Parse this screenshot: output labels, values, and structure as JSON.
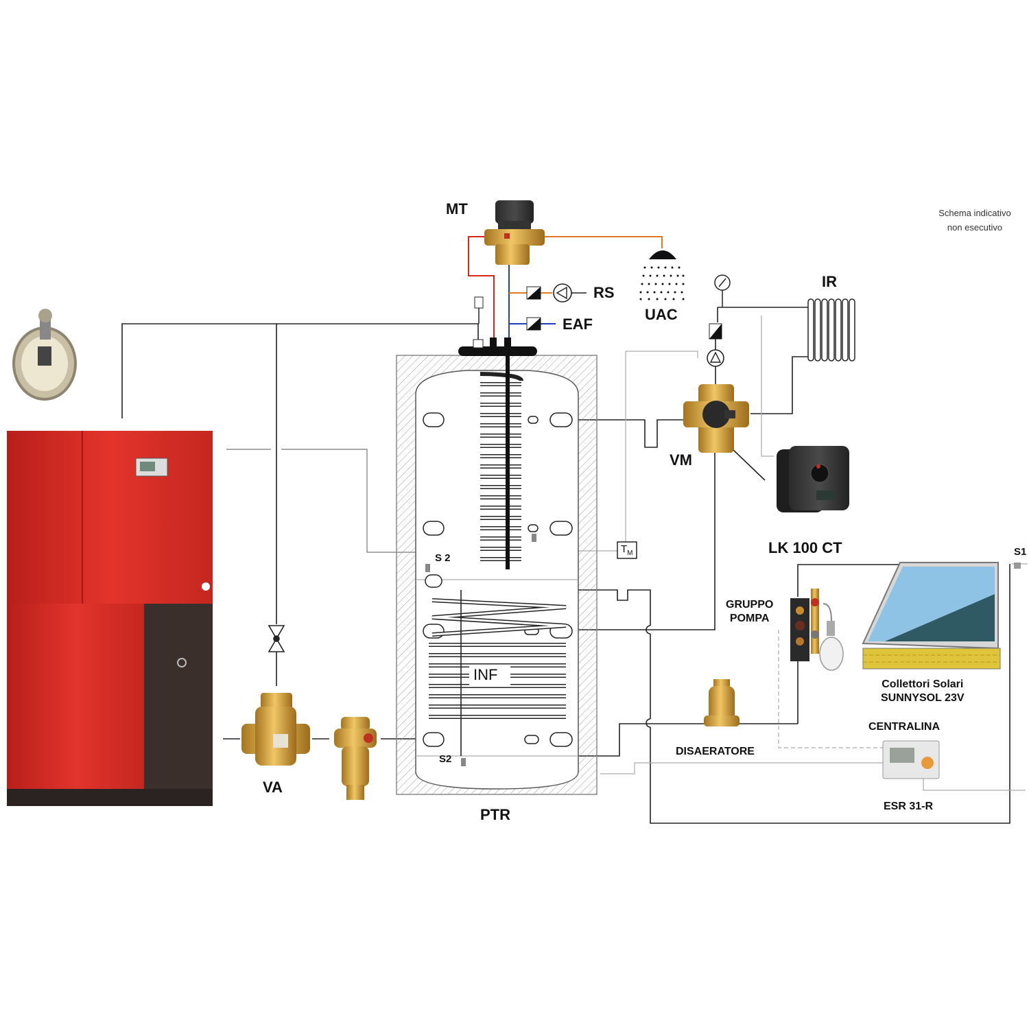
{
  "note": {
    "line1": "Schema indicativo",
    "line2": "non esecutivo"
  },
  "labels": {
    "mt": "MT",
    "rs": "RS",
    "eaf": "EAF",
    "uac": "UAC",
    "ir": "IR",
    "vm": "VM",
    "lk": "LK 100 CT",
    "s1": "S1",
    "s2_upper": "S 2",
    "s2_lower": "S2",
    "tm": "T",
    "tm_sub": "M",
    "inf": "INF",
    "gruppo_line1": "GRUPPO",
    "gruppo_line2": "POMPA",
    "collettori_line1": "Collettori Solari",
    "collettori_line2": "SUNNYSOL 23V",
    "centralina": "CENTRALINA",
    "disaeratore": "DISAERATORE",
    "esr": "ESR 31-R",
    "va": "VA",
    "ptr": "PTR"
  },
  "colors": {
    "boiler_red": "#d42a22",
    "boiler_dark": "#3a2d2a",
    "brass": "#c9963a",
    "hot_line": "#d9261c",
    "cold_line": "#1f3fc4",
    "recirc_line": "#e07a22",
    "solar_blue": "#8fc3e6",
    "solar_dark": "#2f5a63"
  },
  "icons": [
    "shower-icon",
    "pump-icon",
    "check-valve-icon",
    "pressure-gauge-icon",
    "radiator-icon",
    "mixing-valve-icon",
    "thermostatic-valve-icon",
    "gate-valve-icon",
    "controller-icon",
    "solar-collector-icon",
    "expansion-vessel-icon",
    "air-separator-icon",
    "dirt-separator-icon",
    "pellet-boiler-icon",
    "hopper-icon"
  ]
}
